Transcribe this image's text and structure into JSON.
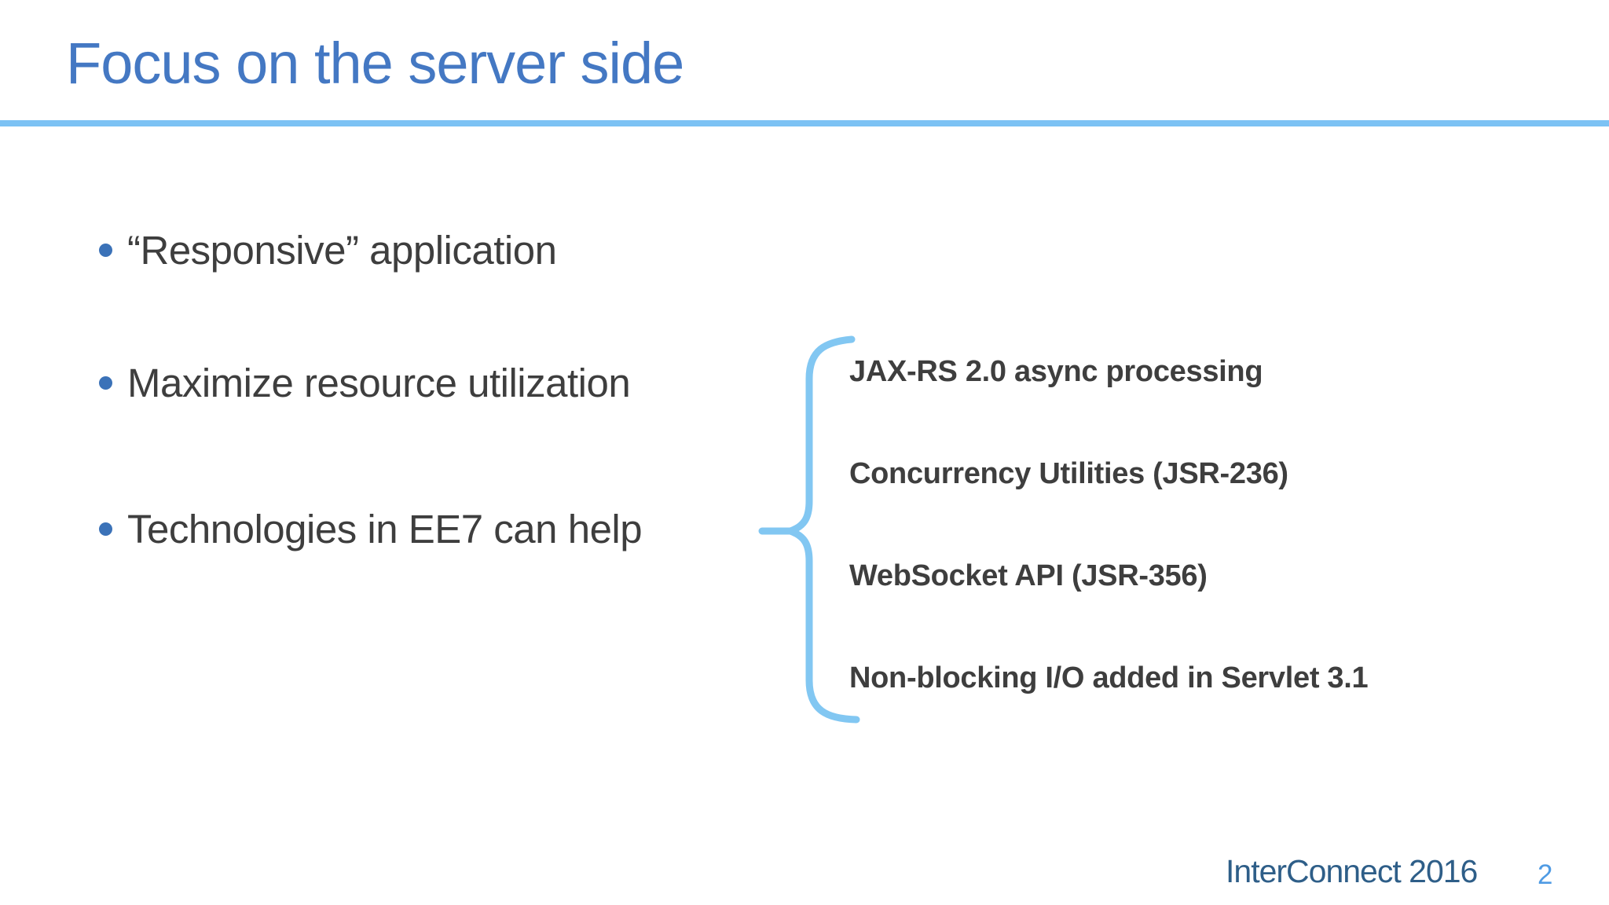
{
  "slide": {
    "title": "Focus on the server side",
    "bullets": [
      "“Responsive” application",
      "Maximize resource utilization",
      "Technologies in EE7 can help"
    ],
    "tech_items": [
      "JAX-RS 2.0 async processing",
      "Concurrency Utilities (JSR-236)",
      "WebSocket API (JSR-356)",
      "Non-blocking I/O added in Servlet 3.1"
    ],
    "icons": {
      "bullet_dot": "filled-circle-bullet",
      "brace": "left-curly-brace-pointer"
    },
    "footer": {
      "brand": "InterConnect 2016",
      "page_number": "2"
    },
    "colors": {
      "title": "#4478C3",
      "divider": "#7CC2F4",
      "body_text": "#3E3E3E",
      "bullet_dot": "#3B72B8",
      "brace": "#82C7F2",
      "footer_brand": "#2E5E88",
      "page_number": "#4F9BE4"
    }
  }
}
